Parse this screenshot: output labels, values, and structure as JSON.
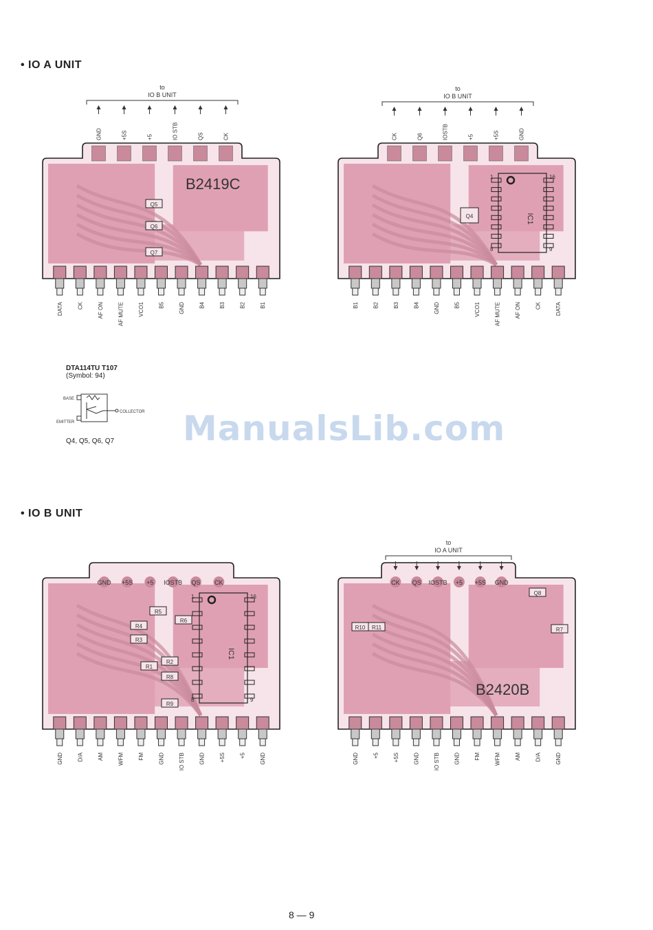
{
  "io_a": {
    "heading": "• IO A UNIT",
    "to_label_line1": "to",
    "to_label_line2": "IO B UNIT",
    "left_board": {
      "top_pins": [
        "GND",
        "+5S",
        "+5",
        "IO STB",
        "QS",
        "CK"
      ],
      "bottom_pins": [
        "DATA",
        "CK",
        "AF ON",
        "AF MUTE",
        "VCO1",
        "B5",
        "GND",
        "B4",
        "B3",
        "B2",
        "B1"
      ],
      "board_code": "B2419C",
      "parts": [
        "Q5",
        "Q6",
        "Q7"
      ]
    },
    "right_board": {
      "top_pins": [
        "CK",
        "Q6",
        "IOSTB",
        "+5",
        "+5S",
        "GND"
      ],
      "bottom_pins": [
        "B1",
        "B2",
        "B3",
        "B4",
        "GND",
        "B5",
        "VCO1",
        "AF MUTE",
        "AF ON",
        "CK",
        "DATA"
      ],
      "ic_label": "IC1",
      "q_label": "Q4",
      "ic_pins": [
        "1",
        "16",
        "8",
        "9"
      ]
    },
    "transistor": {
      "part": "DTA114TU  T107",
      "symbol": "(Symbol: 94)",
      "base": "BASE",
      "emitter": "EMITTER",
      "collector": "COLLECTOR",
      "refs": "Q4, Q5, Q6, Q7"
    }
  },
  "io_b": {
    "heading": "• IO B UNIT",
    "to_label_line1": "to",
    "to_label_line2": "IO A UNIT",
    "left_board": {
      "top_pins": [
        "GND",
        "+5S",
        "+5",
        "IOSTB",
        "QS",
        "CK"
      ],
      "bottom_pins": [
        "GND",
        "D/A",
        "AM",
        "WFM",
        "FM",
        "GND",
        "IO STB",
        "GND",
        "+5S",
        "+5",
        "GND"
      ],
      "resistors": [
        "R5",
        "R4",
        "R3",
        "R6",
        "R2",
        "R1",
        "R8",
        "R9"
      ],
      "ic_label": "IC1",
      "ic_pins": [
        "1",
        "16",
        "8",
        "9"
      ]
    },
    "right_board": {
      "top_pins": [
        "CK",
        "QS",
        "IOSTB",
        "+5",
        "+5S",
        "GND"
      ],
      "bottom_pins": [
        "GND",
        "+5",
        "+5S",
        "GND",
        "IO STB",
        "GND",
        "FM",
        "WFM",
        "AM",
        "D/A",
        "GND"
      ],
      "board_code": "B2420B",
      "parts": [
        "R10",
        "R11",
        "R7",
        "Q8"
      ]
    }
  },
  "watermark": "ManualsLib.com",
  "page_number": "8 — 9",
  "colors": {
    "pcb": "#e0a0b4",
    "pcb_dark": "#c98a9c",
    "pad": "#c8c8c8",
    "outline": "#222222",
    "watermark": "#c8d9ee"
  }
}
